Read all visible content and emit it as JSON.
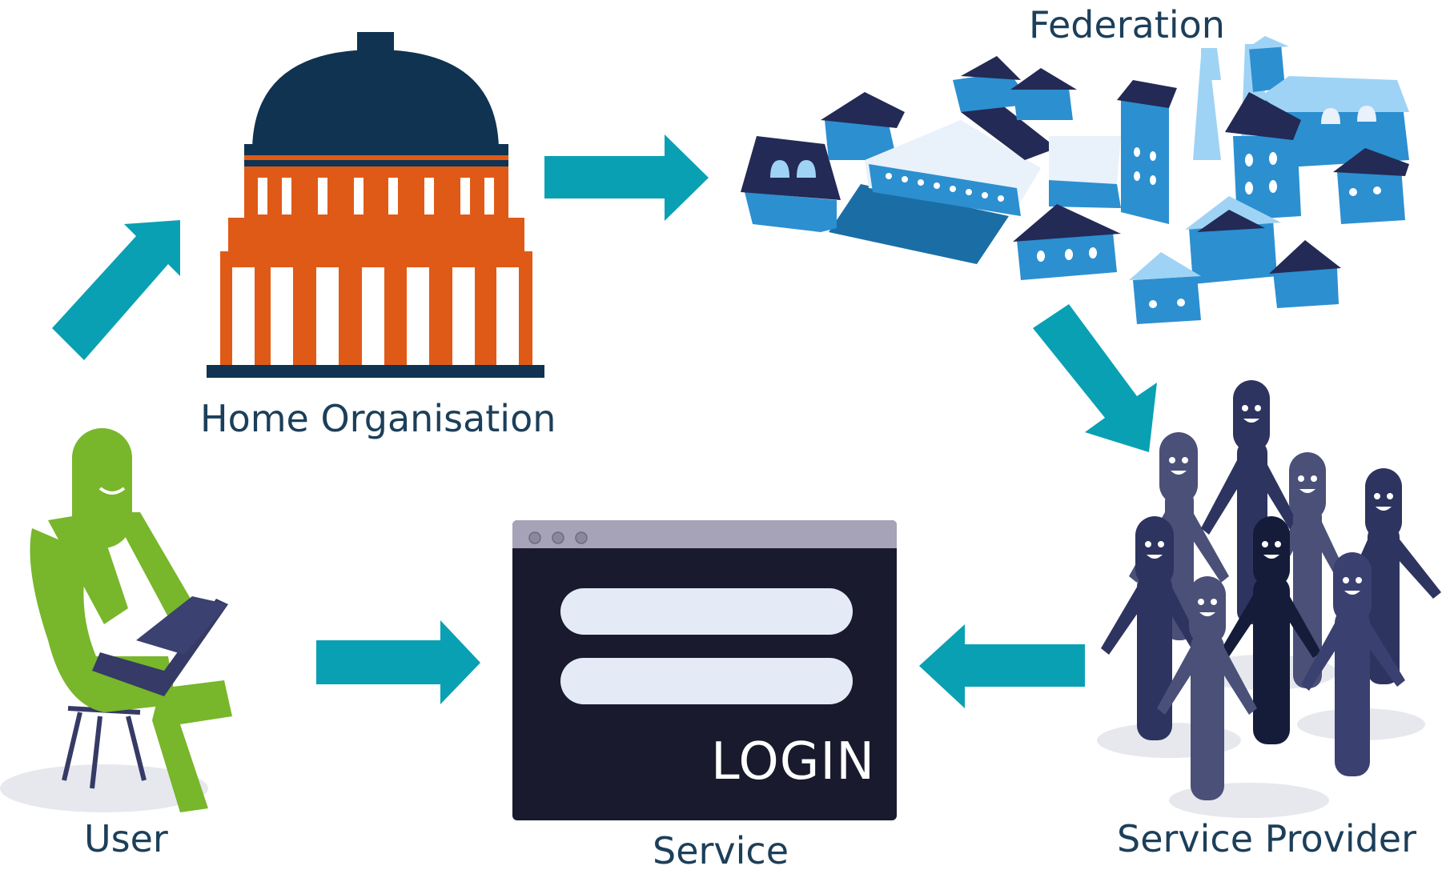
{
  "labels": {
    "federation": "Federation",
    "home_organisation": "Home Organisation",
    "user": "User",
    "service": "Service",
    "service_provider": "Service Provider"
  },
  "login_window": {
    "button_text": "LOGIN"
  },
  "colors": {
    "label_text": "#1c3f5a",
    "arrow": "#0aa0b3",
    "user_green": "#78b62b",
    "dome_navy": "#0f3350",
    "building_orange": "#e05a17",
    "house_blue": "#2c8fd0",
    "roof_navy": "#232a55",
    "people_navy": "#2e3460",
    "window_dark": "#1a1a2e",
    "input_field": "#e4ebf7"
  }
}
